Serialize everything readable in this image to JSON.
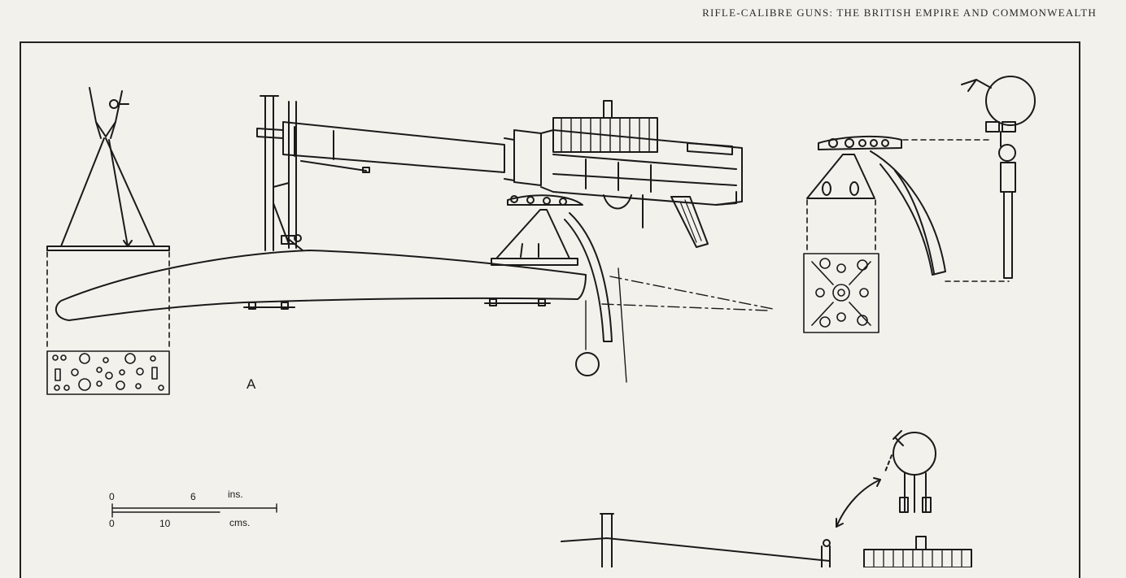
{
  "header": {
    "running_title": "RIFLE-CALIBRE GUNS: THE BRITISH EMPIRE AND COMMONWEALTH"
  },
  "figure": {
    "label": "A"
  },
  "scale_bar": {
    "top_zero": "0",
    "top_value": "6",
    "top_unit": "ins.",
    "bottom_zero": "0",
    "bottom_value": "10",
    "bottom_unit": "cms."
  }
}
